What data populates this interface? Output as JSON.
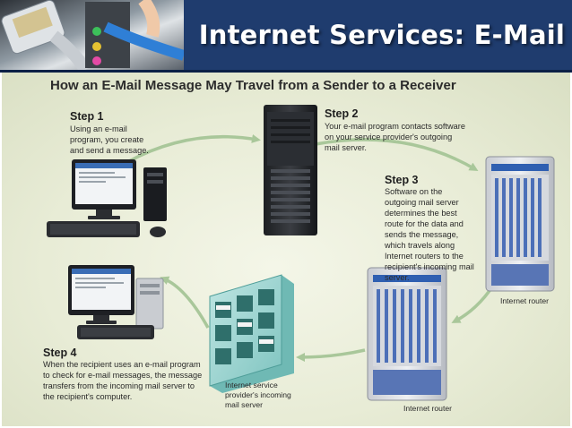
{
  "header": {
    "title": "Internet Services: E-Mail"
  },
  "figure": {
    "title": "How an E-Mail Message May Travel from a Sender to a Receiver",
    "steps": [
      {
        "heading": "Step 1",
        "text": "Using an e-mail program, you create and send a message."
      },
      {
        "heading": "Step 2",
        "text": "Your e-mail program contacts software on your service provider's outgoing mail server."
      },
      {
        "heading": "Step 3",
        "text": "Software on the outgoing mail server determines the best route for the data and sends the message, which travels along Internet routers to the recipient's incoming mail server."
      },
      {
        "heading": "Step 4",
        "text": "When the recipient uses an e-mail program to check for e-mail messages, the message transfers from the incoming mail server to the recipient's computer."
      }
    ],
    "captions": {
      "router_1": "Internet router",
      "router_2": "Internet router",
      "mail_server": "Internet service\nprovider's incoming\nmail server"
    }
  },
  "colors": {
    "header_bg": "#1f3c6e",
    "arrow": "#a9c79a",
    "panel_bg": "#e8ecd6"
  }
}
